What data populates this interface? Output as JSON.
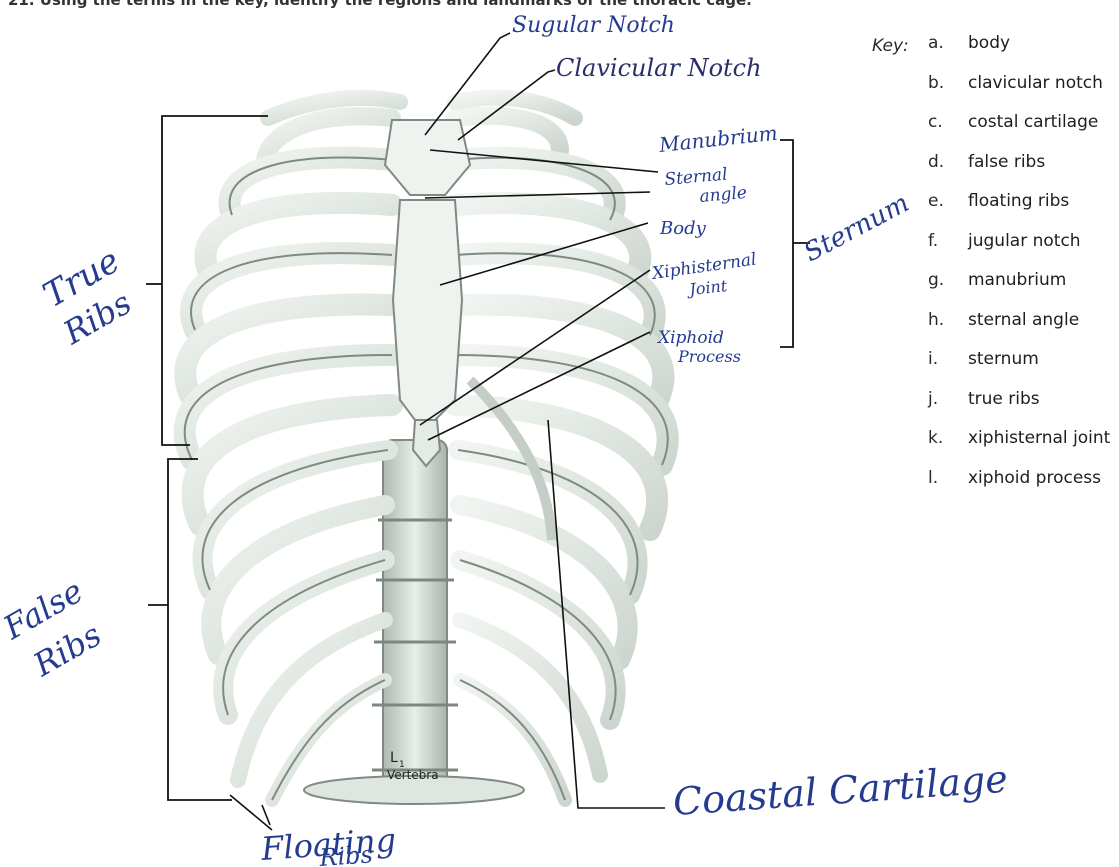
{
  "question": "21. Using the terms in the key, identify the regions and landmarks of the thoracic cage.",
  "key": {
    "title": "Key:",
    "items": [
      {
        "letter": "a.",
        "term": "body"
      },
      {
        "letter": "b.",
        "term": "clavicular notch"
      },
      {
        "letter": "c.",
        "term": "costal cartilage"
      },
      {
        "letter": "d.",
        "term": "false ribs"
      },
      {
        "letter": "e.",
        "term": "floating ribs"
      },
      {
        "letter": "f.",
        "term": "jugular notch"
      },
      {
        "letter": "g.",
        "term": "manubrium"
      },
      {
        "letter": "h.",
        "term": "sternal angle"
      },
      {
        "letter": "i.",
        "term": "sternum"
      },
      {
        "letter": "j.",
        "term": "true ribs"
      },
      {
        "letter": "k.",
        "term": "xiphisternal joint"
      },
      {
        "letter": "l.",
        "term": "xiphoid process"
      }
    ]
  },
  "annotations": {
    "jugular_notch": "Sugular Notch",
    "clavicular_notch": "Clavicular Notch",
    "manubrium": "Manubrium",
    "sternal_angle_1": "Sternal",
    "sternal_angle_2": "angle",
    "body": "Body",
    "xiphisternal_1": "Xiphisternal",
    "xiphisternal_2": "Joint",
    "xiphoid_1": "Xiphoid",
    "xiphoid_2": "Process",
    "sternum": "Sternum",
    "true_ribs_1": "True",
    "true_ribs_2": "Ribs",
    "false_ribs_1": "False",
    "false_ribs_2": "Ribs",
    "floating_ribs_1": "Floating",
    "floating_ribs_2": "Ribs",
    "costal_cartilage": "Coastal Cartilage"
  },
  "figure_labels": {
    "vertebra_level": "L",
    "vertebra_sub": "1",
    "vertebra_word": "Vertebra"
  },
  "colors": {
    "bone": "#e6ede7",
    "bone_edge": "#8d978f",
    "shade": "#b9c4bb",
    "ink_blue": "#253b8f",
    "leader": "#111111"
  }
}
